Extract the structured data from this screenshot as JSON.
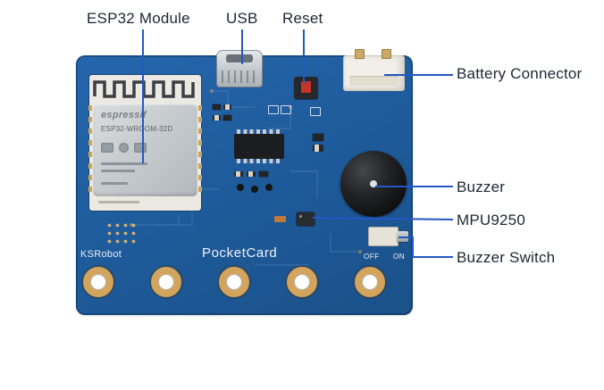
{
  "annotations": {
    "esp32_module": "ESP32 Module",
    "usb": "USB",
    "reset": "Reset",
    "battery_connector": "Battery Connector",
    "buzzer": "Buzzer",
    "mpu9250": "MPU9250",
    "buzzer_switch": "Buzzer Switch"
  },
  "board": {
    "brand": "KSRobot",
    "product_name": "PocketCard",
    "module": {
      "logo": "espressif",
      "part_number": "ESP32-WROOM-32D"
    },
    "switch": {
      "off": "OFF",
      "on": "ON"
    },
    "colors": {
      "pcb_blue": "#1f5c9d",
      "leader_line": "#2457c5",
      "label_text": "#1e2633",
      "hole_ring_gold": "#d2a45c",
      "buzzer_black": "#1a1a1a",
      "reset_cap_red": "#c63429"
    }
  }
}
